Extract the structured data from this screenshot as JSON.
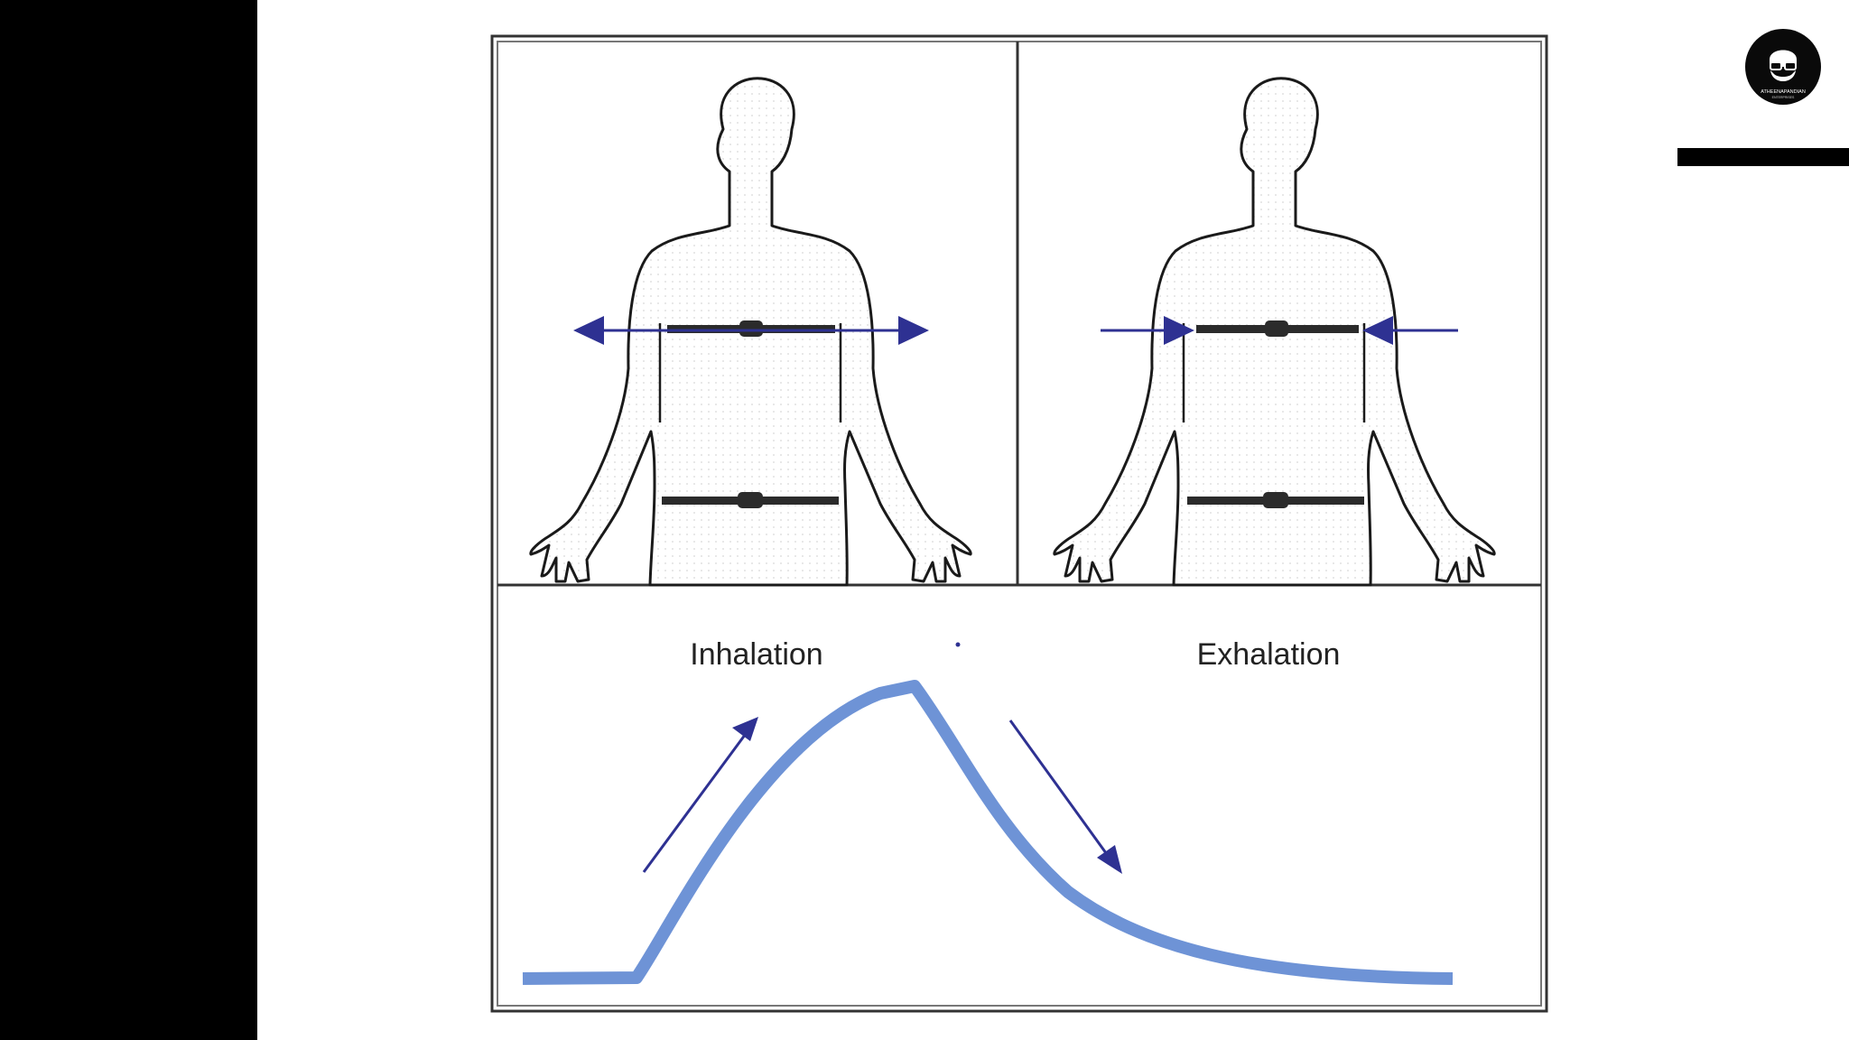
{
  "slide": {
    "background": "#ffffff",
    "side_bar_color": "#000000"
  },
  "logo": {
    "name": "ATHEENAPANDIAN",
    "tagline": "ENTERPRISES",
    "icon": "bearded-face-icon"
  },
  "diagram": {
    "labels": {
      "inhalation": "Inhalation",
      "exhalation": "Exhalation"
    },
    "colors": {
      "arrow": "#2e3192",
      "waveform": "#6e93d6",
      "outline": "#1a1a1a",
      "belt": "#2b2b2b"
    },
    "panels": [
      {
        "id": "inhalation",
        "chest_arrows": "outward"
      },
      {
        "id": "exhalation",
        "chest_arrows": "inward"
      }
    ]
  }
}
